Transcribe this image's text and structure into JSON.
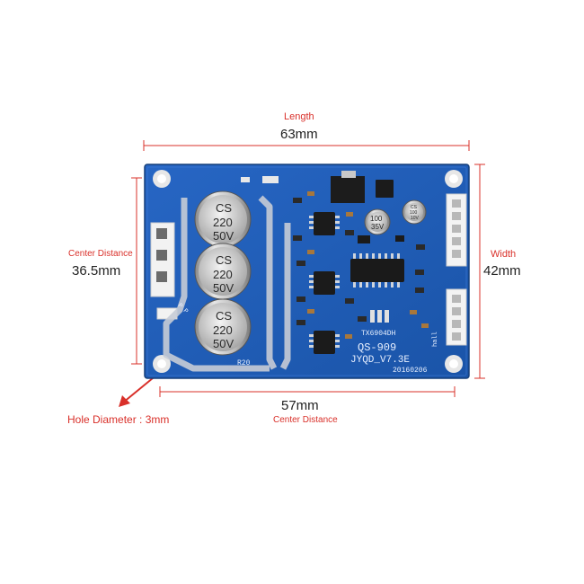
{
  "dimensions": {
    "length": {
      "label": "Length",
      "value": "63mm"
    },
    "width": {
      "label": "Width",
      "value": "42mm"
    },
    "center_distance_vertical": {
      "label": "Center Distance",
      "value": "36.5mm"
    },
    "center_distance_horizontal": {
      "label": "Center Distance",
      "value": "57mm"
    },
    "hole_diameter": {
      "label": "Hole Diameter : 3mm"
    }
  },
  "board": {
    "capacitors": [
      {
        "brand": "CS",
        "value": "220",
        "voltage": "50V"
      },
      {
        "brand": "CS",
        "value": "220",
        "voltage": "50V"
      },
      {
        "brand": "CS",
        "value": "220",
        "voltage": "50V"
      }
    ],
    "small_cap_1": {
      "line1": "100",
      "line2": "35V"
    },
    "small_cap_2": {
      "line1": "CS",
      "line2": "100",
      "line3": "10V"
    },
    "chip_label": "TX6904DH",
    "model": "QS-909",
    "version": "JYQD_V7.3E",
    "date": "20160206",
    "resistor": "R20",
    "silk_hall": "hall",
    "silk_pp": "P P"
  },
  "colors": {
    "pcb": "#1f5fb8",
    "pcb_dark": "#174c96",
    "dimension_line": "#d9302a",
    "connector": "#f2f2f2",
    "capacitor_body": "#c9c9c9"
  }
}
